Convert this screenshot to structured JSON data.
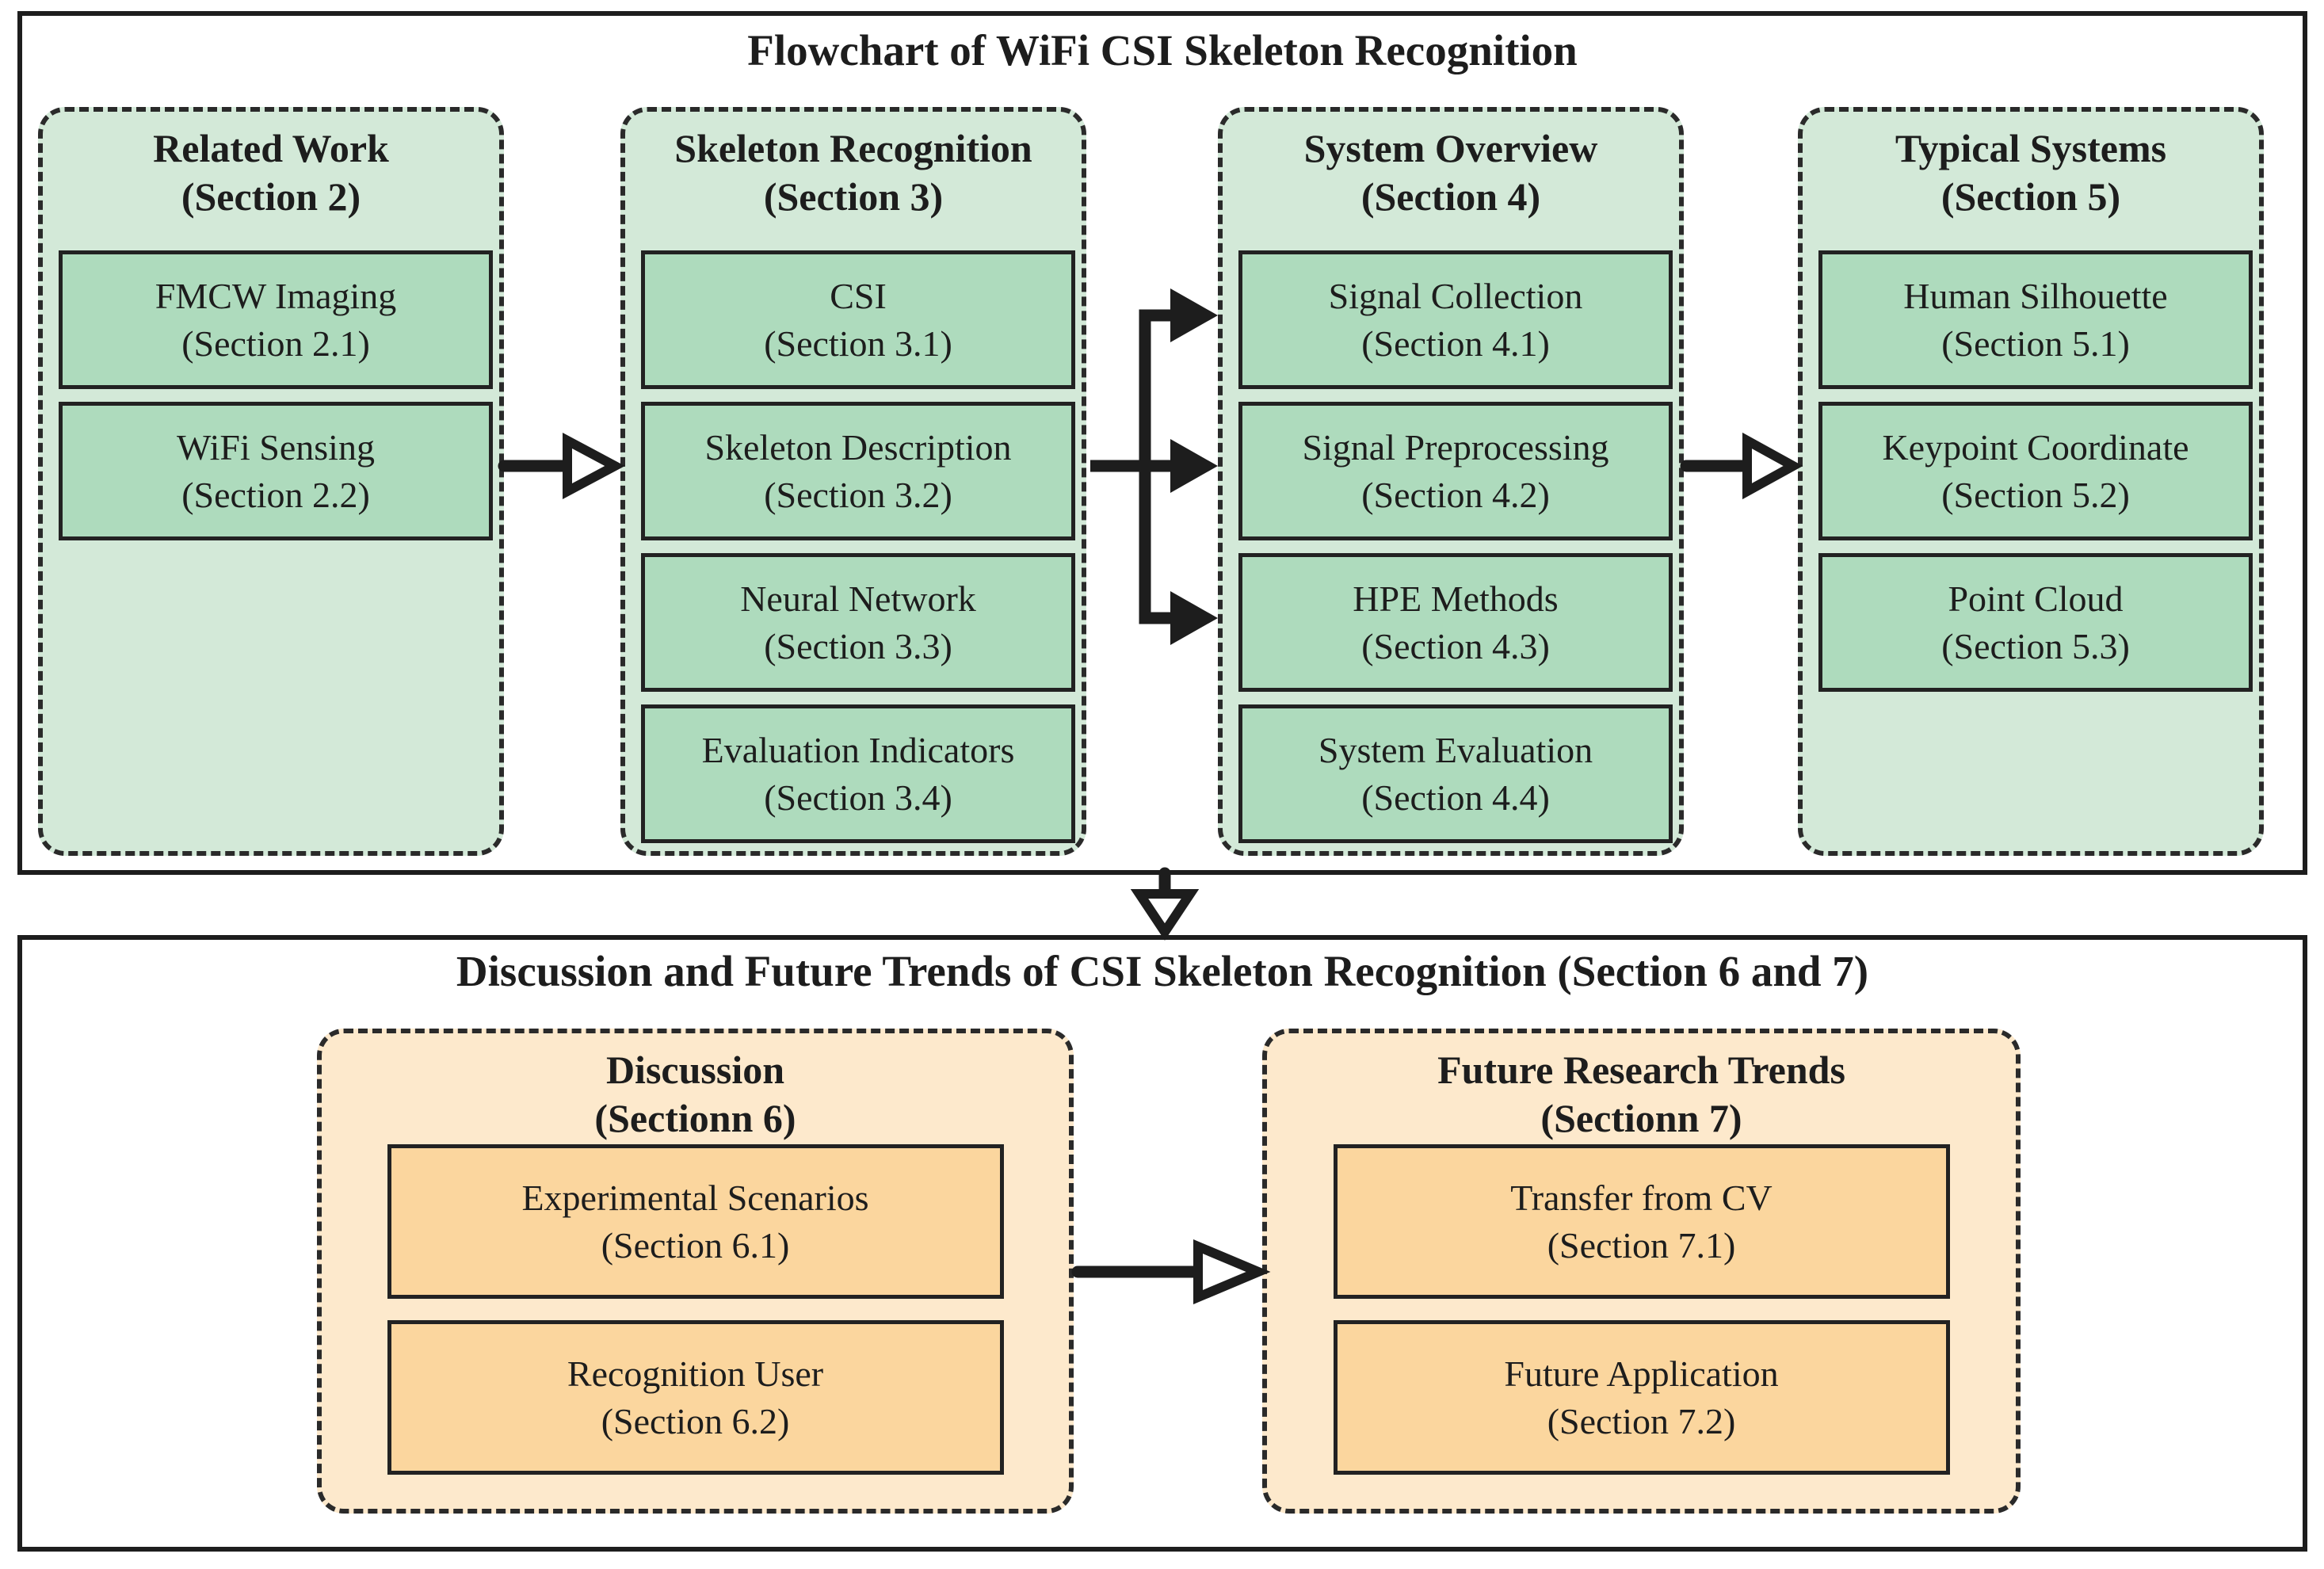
{
  "colors": {
    "page-bg": "#ffffff",
    "ink": "#1d1d1d",
    "green-light": "#d3e9d8",
    "green-dark": "#aedbbd",
    "orange-light": "#fde9cc",
    "orange-dark": "#fbd69e"
  },
  "top_section": {
    "title": "Flowchart of WiFi CSI Skeleton Recognition",
    "columns": [
      {
        "header": {
          "line1": "Related Work",
          "line2": "(Section 2)"
        },
        "boxes": [
          {
            "line1": "FMCW Imaging",
            "line2": "(Section 2.1)"
          },
          {
            "line1": "WiFi Sensing",
            "line2": "(Section 2.2)"
          }
        ]
      },
      {
        "header": {
          "line1": "Skeleton Recognition",
          "line2": "(Section 3)"
        },
        "boxes": [
          {
            "line1": "CSI",
            "line2": "(Section 3.1)"
          },
          {
            "line1": "Skeleton Description",
            "line2": "(Section 3.2)"
          },
          {
            "line1": "Neural Network",
            "line2": "(Section 3.3)"
          },
          {
            "line1": "Evaluation Indicators",
            "line2": "(Section 3.4)"
          }
        ]
      },
      {
        "header": {
          "line1": "System Overview",
          "line2": "(Section 4)"
        },
        "boxes": [
          {
            "line1": "Signal Collection",
            "line2": "(Section 4.1)"
          },
          {
            "line1": "Signal Preprocessing",
            "line2": "(Section 4.2)"
          },
          {
            "line1": "HPE Methods",
            "line2": "(Section 4.3)"
          },
          {
            "line1": "System Evaluation",
            "line2": "(Section 4.4)"
          }
        ]
      },
      {
        "header": {
          "line1": "Typical Systems",
          "line2": "(Section 5)"
        },
        "boxes": [
          {
            "line1": "Human Silhouette",
            "line2": "(Section 5.1)"
          },
          {
            "line1": "Keypoint Coordinate",
            "line2": "(Section 5.2)"
          },
          {
            "line1": "Point Cloud",
            "line2": "(Section 5.3)"
          }
        ]
      }
    ]
  },
  "bottom_section": {
    "title": "Discussion and Future Trends of CSI Skeleton Recognition (Section 6 and 7)",
    "groups": [
      {
        "header": {
          "line1": "Discussion",
          "line2": "(Sectionn 6)"
        },
        "boxes": [
          {
            "line1": "Experimental Scenarios",
            "line2": "(Section 6.1)"
          },
          {
            "line1": "Recognition User",
            "line2": "(Section 6.2)"
          }
        ]
      },
      {
        "header": {
          "line1": "Future Research Trends",
          "line2": "(Sectionn 7)"
        },
        "boxes": [
          {
            "line1": "Transfer from CV",
            "line2": "(Section 7.1)"
          },
          {
            "line1": "Future Application",
            "line2": "(Section 7.2)"
          }
        ]
      }
    ]
  },
  "edges": [
    {
      "from": "WiFi Sensing (Section 2.2)",
      "to": "Skeleton Description (Section 3.2)",
      "head": "hollow"
    },
    {
      "from": "Skeleton Description (Section 3.2)",
      "to": "Signal Collection (Section 4.1)",
      "head": "solid"
    },
    {
      "from": "Skeleton Description (Section 3.2)",
      "to": "Signal Preprocessing (Section 4.2)",
      "head": "solid"
    },
    {
      "from": "Skeleton Description (Section 3.2)",
      "to": "HPE Methods (Section 4.3)",
      "head": "solid"
    },
    {
      "from": "Signal Preprocessing (Section 4.2)",
      "to": "Keypoint Coordinate (Section 5.2)",
      "head": "hollow"
    },
    {
      "from": "Flowchart of WiFi CSI Skeleton Recognition",
      "to": "Discussion and Future Trends of CSI Skeleton Recognition (Section 6 and 7)",
      "head": "hollow"
    },
    {
      "from": "Discussion (Sectionn 6)",
      "to": "Future Research Trends (Sectionn 7)",
      "head": "hollow"
    }
  ]
}
